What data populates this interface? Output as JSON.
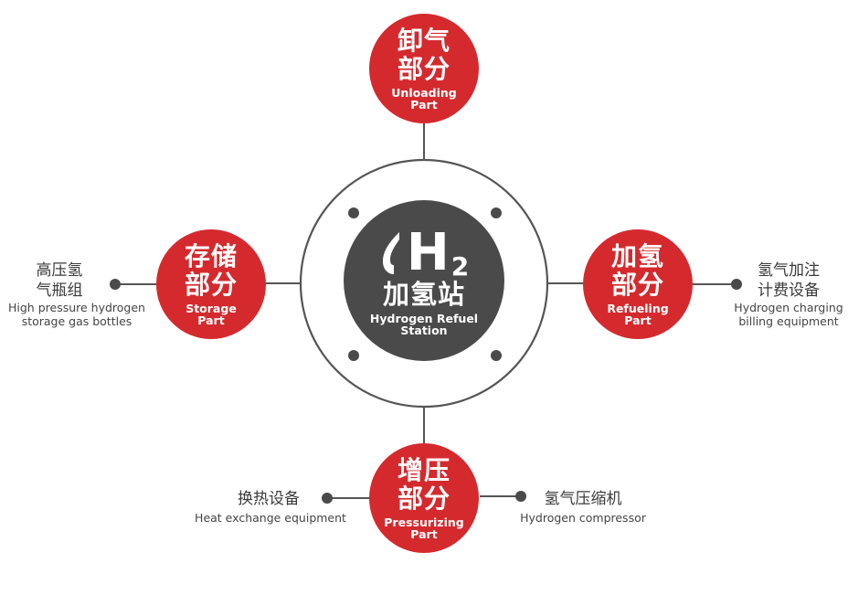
{
  "colors": {
    "accent": "#d42a2e",
    "center": "#4a4a4a",
    "ring": "#555555",
    "line": "#555555"
  },
  "center": {
    "icon": "h2-logo-icon",
    "logo_text": "H",
    "logo_sub": "2",
    "title": "加氢站",
    "subtitle_line1": "Hydrogen Refuel",
    "subtitle_line2": "Station"
  },
  "nodes": {
    "unloading": {
      "cn_line1": "卸气",
      "cn_line2": "部分",
      "en_line1": "Unloading",
      "en_line2": "Part"
    },
    "storage": {
      "cn_line1": "存储",
      "cn_line2": "部分",
      "en_line1": "Storage",
      "en_line2": "Part"
    },
    "refueling": {
      "cn_line1": "加氢",
      "cn_line2": "部分",
      "en_line1": "Refueling",
      "en_line2": "Part"
    },
    "pressurizing": {
      "cn_line1": "增压",
      "cn_line2": "部分",
      "en_line1": "Pressurizing",
      "en_line2": "Part"
    }
  },
  "labels": {
    "storage_item": {
      "cn_line1": "高压氢",
      "cn_line2": "气瓶组",
      "en_line1": "High pressure hydrogen",
      "en_line2": "storage gas bottles"
    },
    "refueling_item": {
      "cn_line1": "氢气加注",
      "cn_line2": "计费设备",
      "en_line1": "Hydrogen charging",
      "en_line2": "billing equipment"
    },
    "heat_exchange": {
      "cn": "换热设备",
      "en": "Heat exchange equipment"
    },
    "compressor": {
      "cn": "氢气压缩机",
      "en": "Hydrogen compressor"
    }
  }
}
